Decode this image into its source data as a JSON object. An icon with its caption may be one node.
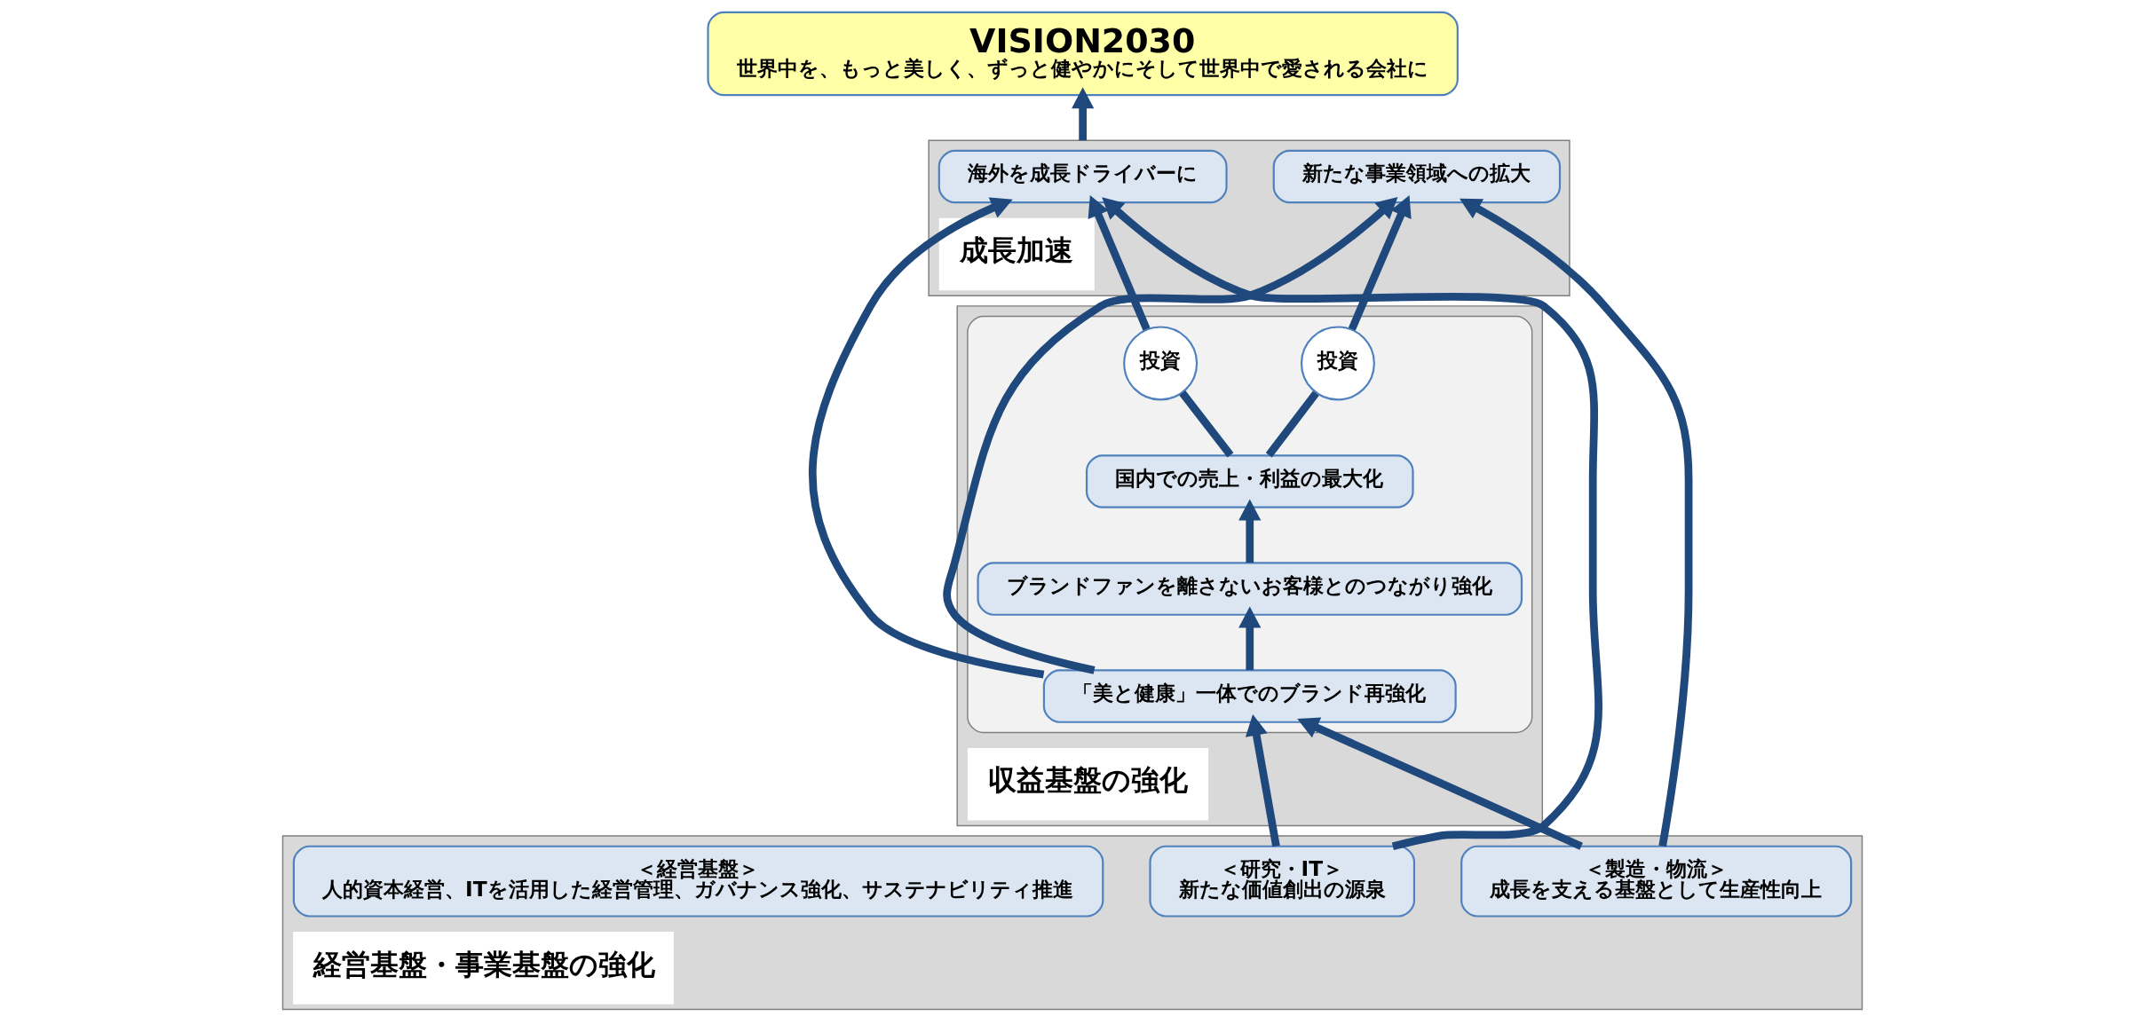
{
  "diagram": {
    "nodes": [
      {
        "text": [
          "VISION2030",
          "世界中を、もっと美しく、ずっと健やかにそして世界中で愛される会社に"
        ]
      },
      {
        "text": [
          "成長加速"
        ]
      },
      {
        "text": [
          "海外を成長ドライバーに"
        ],
        "in": 1
      },
      {
        "text": [
          "新たな事業領域への拡大"
        ],
        "in": 1
      },
      {
        "text": [
          "収益基盤の強化"
        ]
      },
      {
        "text": [],
        "shape": "box",
        "in": 4
      },
      {
        "text": [
          "投資"
        ],
        "in": 5
      },
      {
        "text": [
          "国内での売上・利益の最大化"
        ],
        "in": 5
      },
      {
        "text": [
          "投資"
        ],
        "in": 5
      },
      {
        "text": [
          "ブランドファンを離さないお客様とのつながり強化"
        ],
        "in": 5
      },
      {
        "text": [
          "「美と健康」一体でのブランド再強化"
        ],
        "in": 5
      },
      {
        "text": [
          "経営基盤・事業基盤の強化"
        ]
      },
      {
        "text": [
          "＜研究・IT＞",
          "新たな価値創出の源泉"
        ],
        "in": 11
      },
      {
        "text": [
          "＜製造・物流＞",
          "成長を支える基盤として生産性向上"
        ],
        "in": 11
      },
      {
        "text": [
          "＜経営基盤＞",
          "人的資本経営、ITを活用した経営管理、ガバナンス強化、サステナビリティ推進"
        ],
        "in": 11
      }
    ],
    "edges": [
      {
        "from": 1,
        "to": 0,
        "arrow": "to"
      },
      {
        "from": 12,
        "to": 2,
        "arrow": "to"
      },
      {
        "from": 10,
        "to": 2,
        "arrow": "to"
      },
      {
        "from": 6,
        "to": 2,
        "arrow": "to"
      },
      {
        "from": 7,
        "to": 6,
        "arrow": "none"
      },
      {
        "from": 7,
        "to": 8,
        "arrow": "none"
      },
      {
        "from": 8,
        "to": 3,
        "arrow": "to"
      },
      {
        "from": 10,
        "to": 3,
        "arrow": "to"
      },
      {
        "from": 13,
        "to": 3,
        "arrow": "to"
      },
      {
        "from": 9,
        "to": 7,
        "arrow": "to"
      },
      {
        "from": 10,
        "to": 9,
        "arrow": "to"
      },
      {
        "from": 12,
        "to": 10,
        "arrow": "to"
      },
      {
        "from": 13,
        "to": 10,
        "arrow": "to"
      }
    ]
  }
}
